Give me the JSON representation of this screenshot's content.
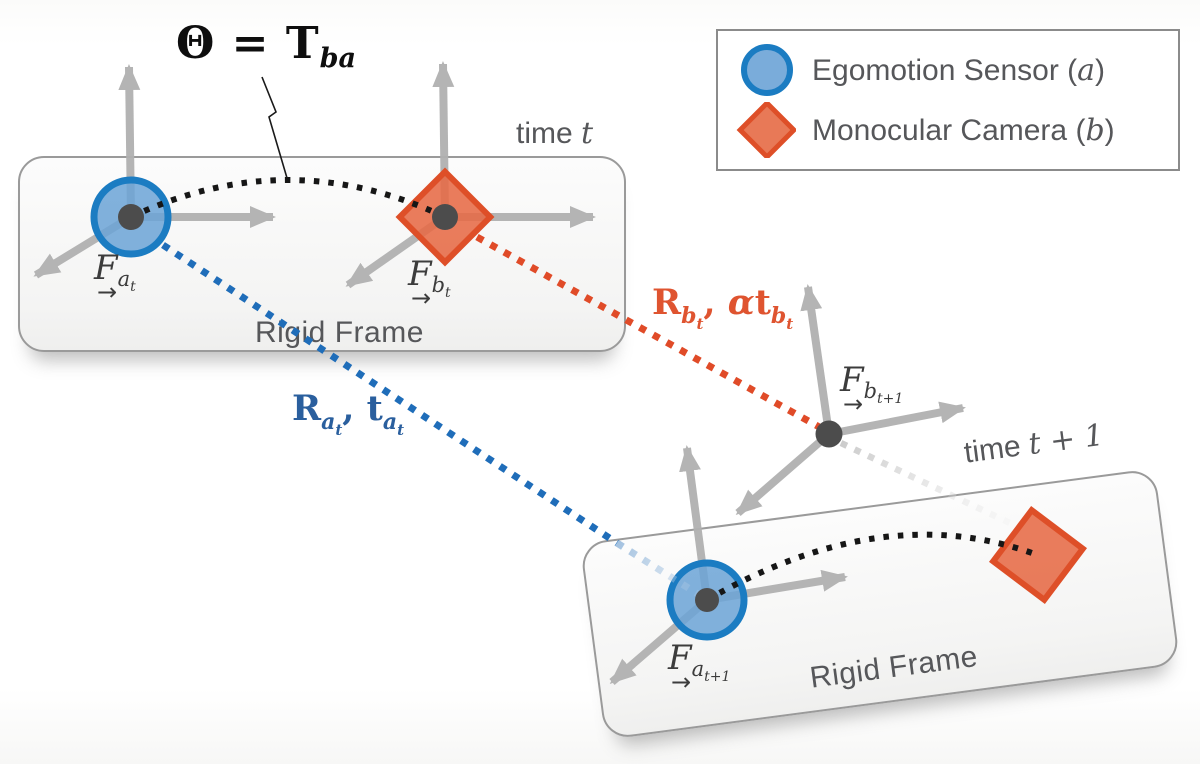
{
  "formula": {
    "lhs": "Θ",
    "eq": " = ",
    "rhs": "T",
    "sub": "ba"
  },
  "legend": {
    "items": [
      {
        "icon": "egomotion-sensor",
        "pre": "Egomotion Sensor (",
        "var": "a",
        "post": ")"
      },
      {
        "icon": "monocular-camera",
        "pre": "Monocular Camera (",
        "var": "b",
        "post": ")"
      }
    ]
  },
  "frames": [
    {
      "time_pre": "time ",
      "time_var": "t",
      "name": "Rigid Frame"
    },
    {
      "time_pre": "time ",
      "time_var": "t + 1",
      "name": "Rigid Frame"
    }
  ],
  "frame_axes": [
    {
      "base": "F",
      "arrow": "→",
      "sub": "a",
      "subsub": "t"
    },
    {
      "base": "F",
      "arrow": "→",
      "sub": "b",
      "subsub": "t"
    },
    {
      "base": "F",
      "arrow": "→",
      "sub": "b",
      "subsub": "t+1"
    },
    {
      "base": "F",
      "arrow": "→",
      "sub": "a",
      "subsub": "t+1"
    }
  ],
  "transforms": {
    "camera": {
      "R": "R",
      "R_sub": "b",
      "R_subsub": "t",
      "sep": ", ",
      "alpha": "α",
      "t": "t",
      "t_sub": "b",
      "t_subsub": "t"
    },
    "sensor": {
      "R": "R",
      "R_sub": "a",
      "R_subsub": "t",
      "sep": ", ",
      "t": "t",
      "t_sub": "a",
      "t_subsub": "t"
    }
  },
  "colors": {
    "sensor_fill": "#6ba3d6",
    "sensor_stroke": "#1b7cc2",
    "camera_fill": "#e66a45",
    "camera_stroke": "#de4f28",
    "path_blue": "#1f6db9",
    "path_red": "#e04b28",
    "label_blue": "#2a5f9e",
    "label_red": "#df5430",
    "arrow_gray": "#b1b1b1",
    "frame_border": "#9a9a9a",
    "text_gray": "#56575a",
    "dot_gray": "#4c4c4c"
  }
}
